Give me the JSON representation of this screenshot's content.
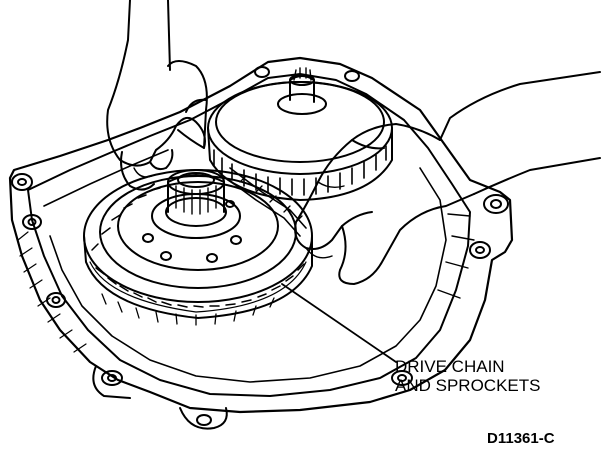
{
  "figure": {
    "callout_label_line1": "DRIVE CHAIN",
    "callout_label_line2": "AND SPROCKETS",
    "figure_id": "D11361-C"
  },
  "style": {
    "ink_color": "#000000",
    "background_color": "#ffffff"
  }
}
